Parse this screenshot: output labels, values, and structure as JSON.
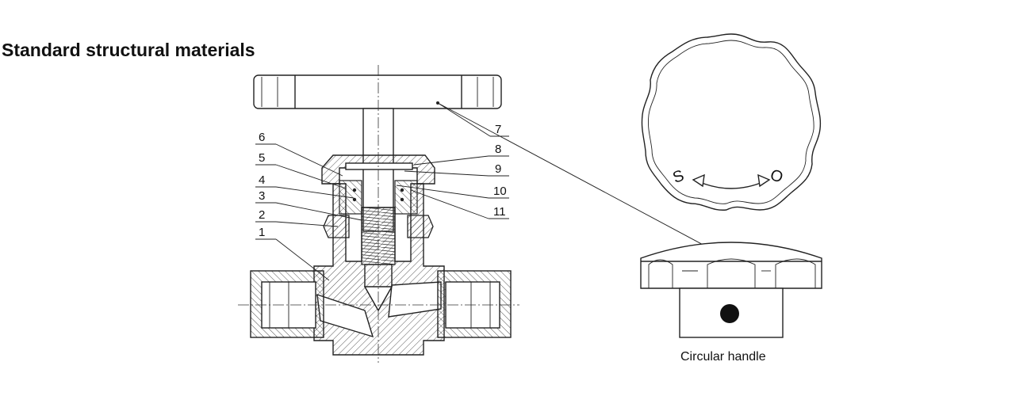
{
  "title": "Standard structural materials",
  "caption": "Circular handle",
  "part_numbers": [
    "1",
    "2",
    "3",
    "4",
    "5",
    "6",
    "7",
    "8",
    "9",
    "10",
    "11"
  ],
  "dial_letters": {
    "left": "S",
    "right": "O"
  }
}
